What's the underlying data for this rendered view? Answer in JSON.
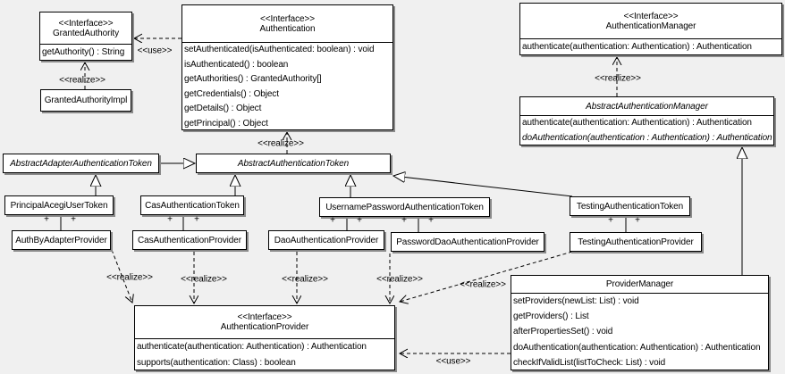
{
  "labels": {
    "realize": "<<realize>>",
    "use": "<<use>>",
    "plus": "+"
  },
  "colors": {
    "background": "#f0f0f0",
    "box_fill": "#ffffff",
    "border": "#000000",
    "shadow": "#8a8a8a"
  },
  "classes": {
    "granted_authority": {
      "stereotype": "<<Interface>>",
      "name": "GrantedAuthority",
      "methods": [
        "getAuthority() : String"
      ]
    },
    "granted_authority_impl": {
      "name": "GrantedAuthorityImpl"
    },
    "authentication": {
      "stereotype": "<<Interface>>",
      "name": "Authentication",
      "methods": [
        "setAuthenticated(isAuthenticated: boolean) : void",
        "isAuthenticated() : boolean",
        "getAuthorities() : GrantedAuthority[]",
        "getCredentials() : Object",
        "getDetails() : Object",
        "getPrincipal() : Object"
      ]
    },
    "authentication_manager": {
      "stereotype": "<<Interface>>",
      "name": "AuthenticationManager",
      "methods": [
        "authenticate(authentication: Authentication) : Authentication"
      ]
    },
    "abstract_authentication_manager": {
      "name": "AbstractAuthenticationManager",
      "methods": [
        "authenticate(authentication: Authentication) : Authentication",
        "doAuthentication(authentication : Authentication) : Authentication"
      ]
    },
    "abstract_adapter_authentication_token": {
      "name": "AbstractAdapterAuthenticationToken"
    },
    "abstract_authentication_token": {
      "name": "AbstractAuthenticationToken"
    },
    "principal_acegi_user_token": {
      "name": "PrincipalAcegiUserToken"
    },
    "cas_authentication_token": {
      "name": "CasAuthenticationToken"
    },
    "username_password_authentication_token": {
      "name": "UsernamePasswordAuthenticationToken"
    },
    "testing_authentication_token": {
      "name": "TestingAuthenticationToken"
    },
    "auth_by_adapter_provider": {
      "name": "AuthByAdapterProvider"
    },
    "cas_authentication_provider": {
      "name": "CasAuthenticationProvider"
    },
    "dao_authentication_provider": {
      "name": "DaoAuthenticationProvider"
    },
    "password_dao_authentication_provider": {
      "name": "PasswordDaoAuthenticationProvider"
    },
    "testing_authentication_provider": {
      "name": "TestingAuthenticationProvider"
    },
    "authentication_provider": {
      "stereotype": "<<Interface>>",
      "name": "AuthenticationProvider",
      "methods": [
        "authenticate(authentication: Authentication) : Authentication",
        "supports(authentication: Class) : boolean"
      ]
    },
    "provider_manager": {
      "name": "ProviderManager",
      "methods": [
        "setProviders(newList: List) : void",
        "getProviders() : List",
        "afterPropertiesSet() : void",
        "doAuthentication(authentication: Authentication) : Authentication",
        "checkIfValidList(listToCheck: List) : void"
      ]
    }
  }
}
